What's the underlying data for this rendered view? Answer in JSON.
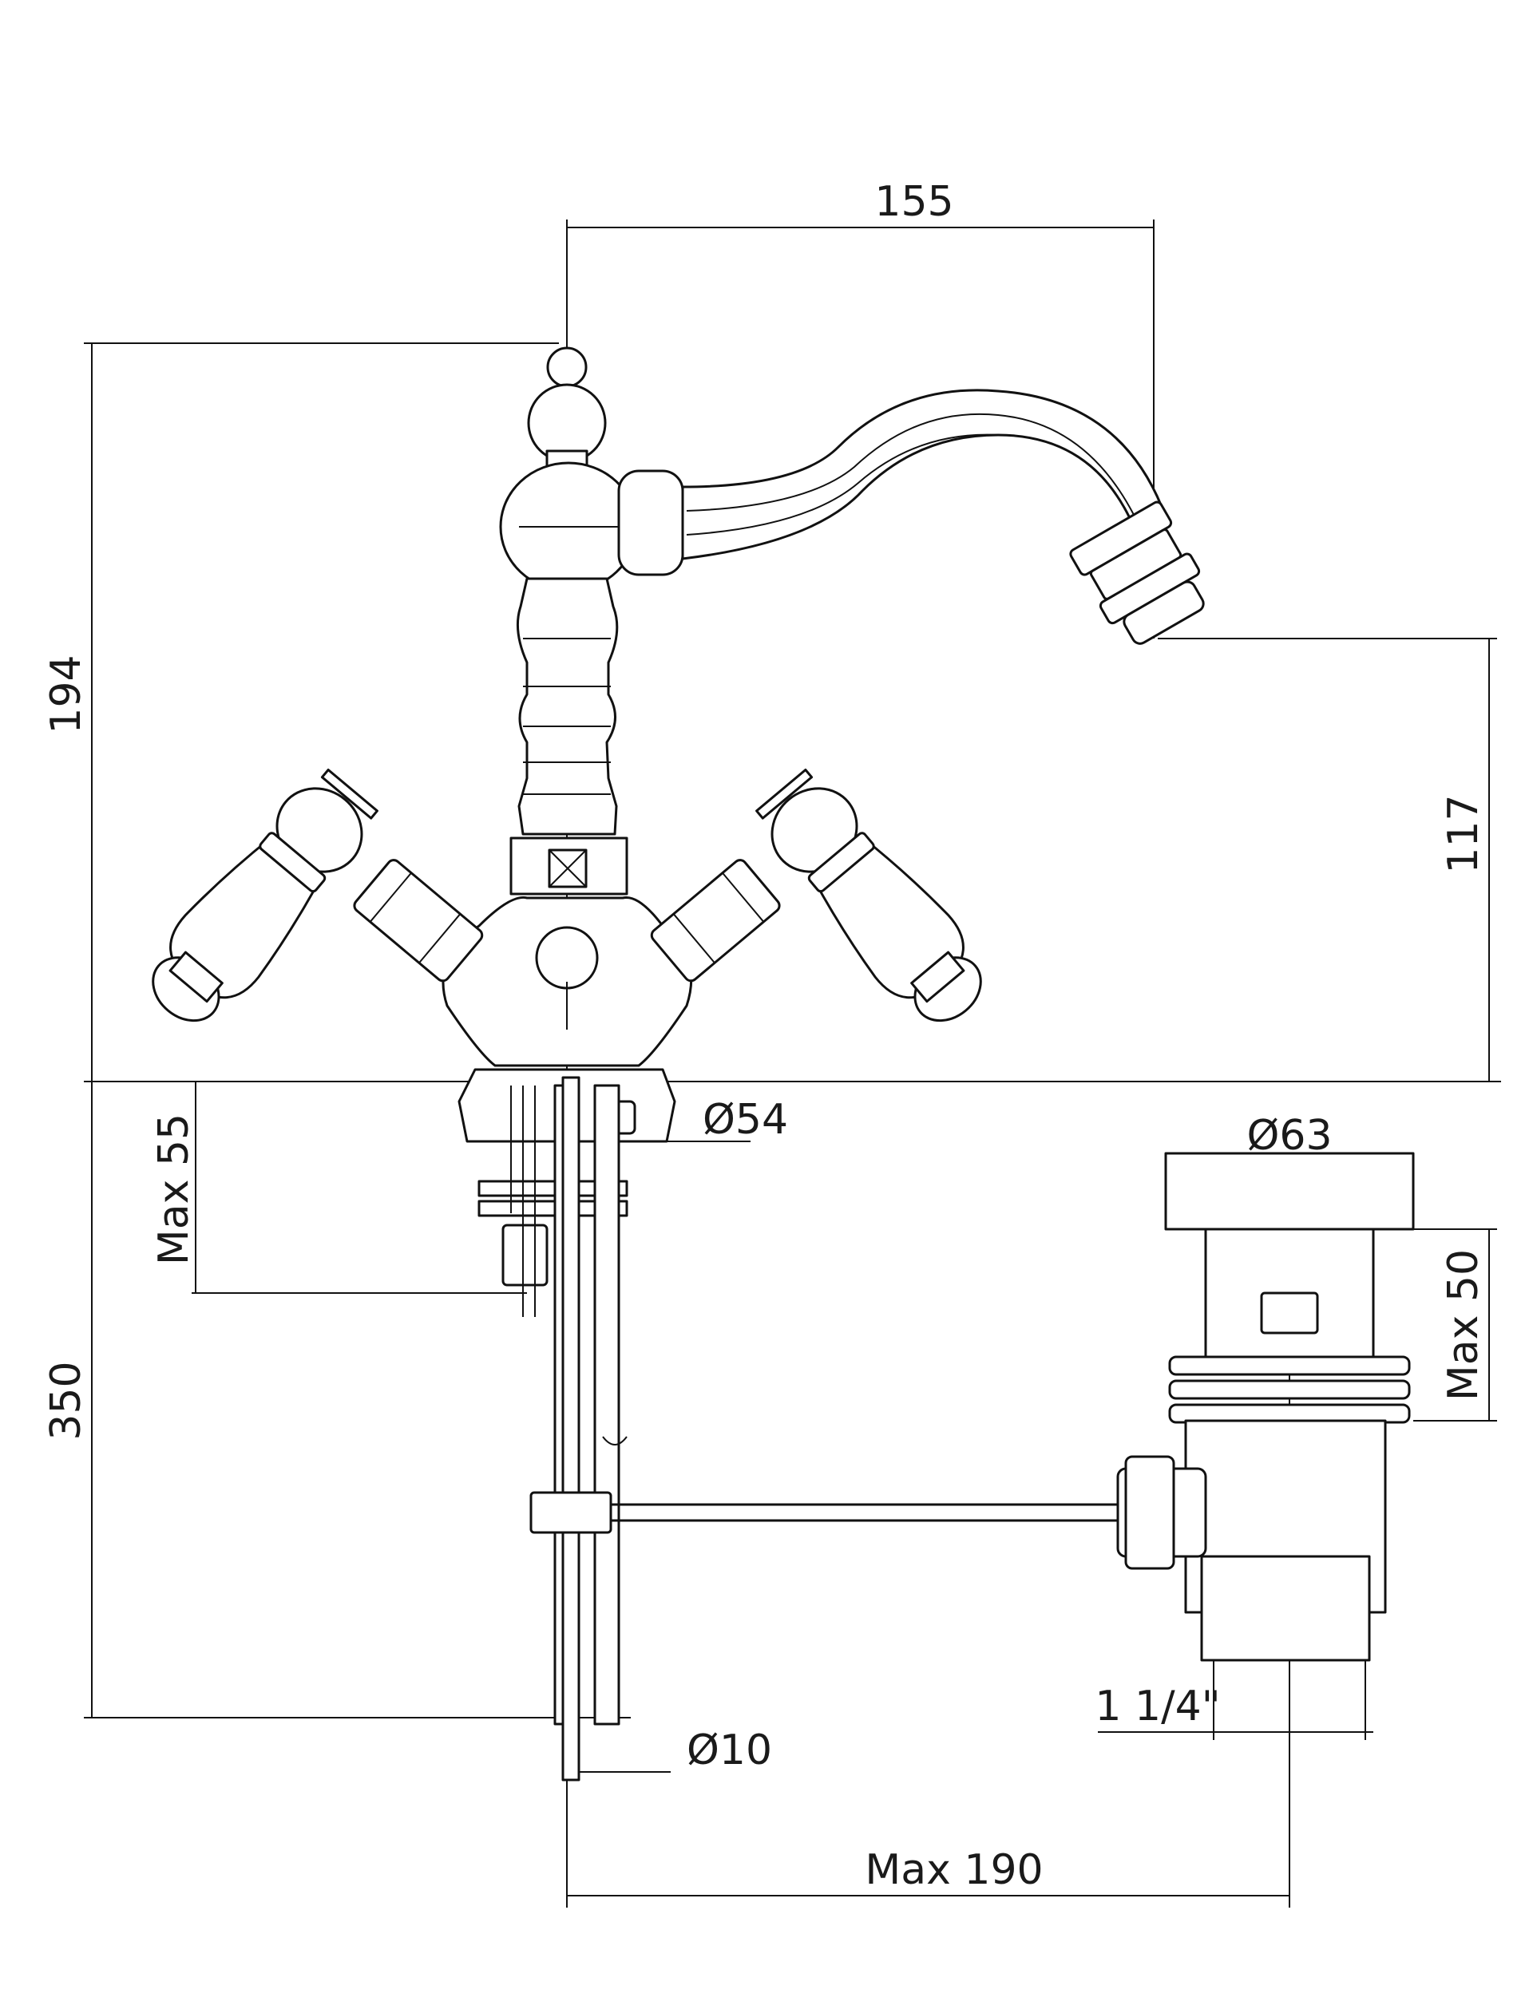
{
  "dimensions": {
    "spout_reach": "155",
    "overall_height": "194",
    "spout_height": "117",
    "base_diameter": "Ø54",
    "max_deck_thickness": "Max 55",
    "total_length": "350",
    "waste_diameter": "Ø63",
    "waste_max_thickness": "Max 50",
    "waste_thread": "1 1/4\"",
    "rod_diameter": "Ø10",
    "max_rod_distance": "Max 190"
  },
  "colors": {
    "line": "#111111",
    "background": "#ffffff"
  }
}
